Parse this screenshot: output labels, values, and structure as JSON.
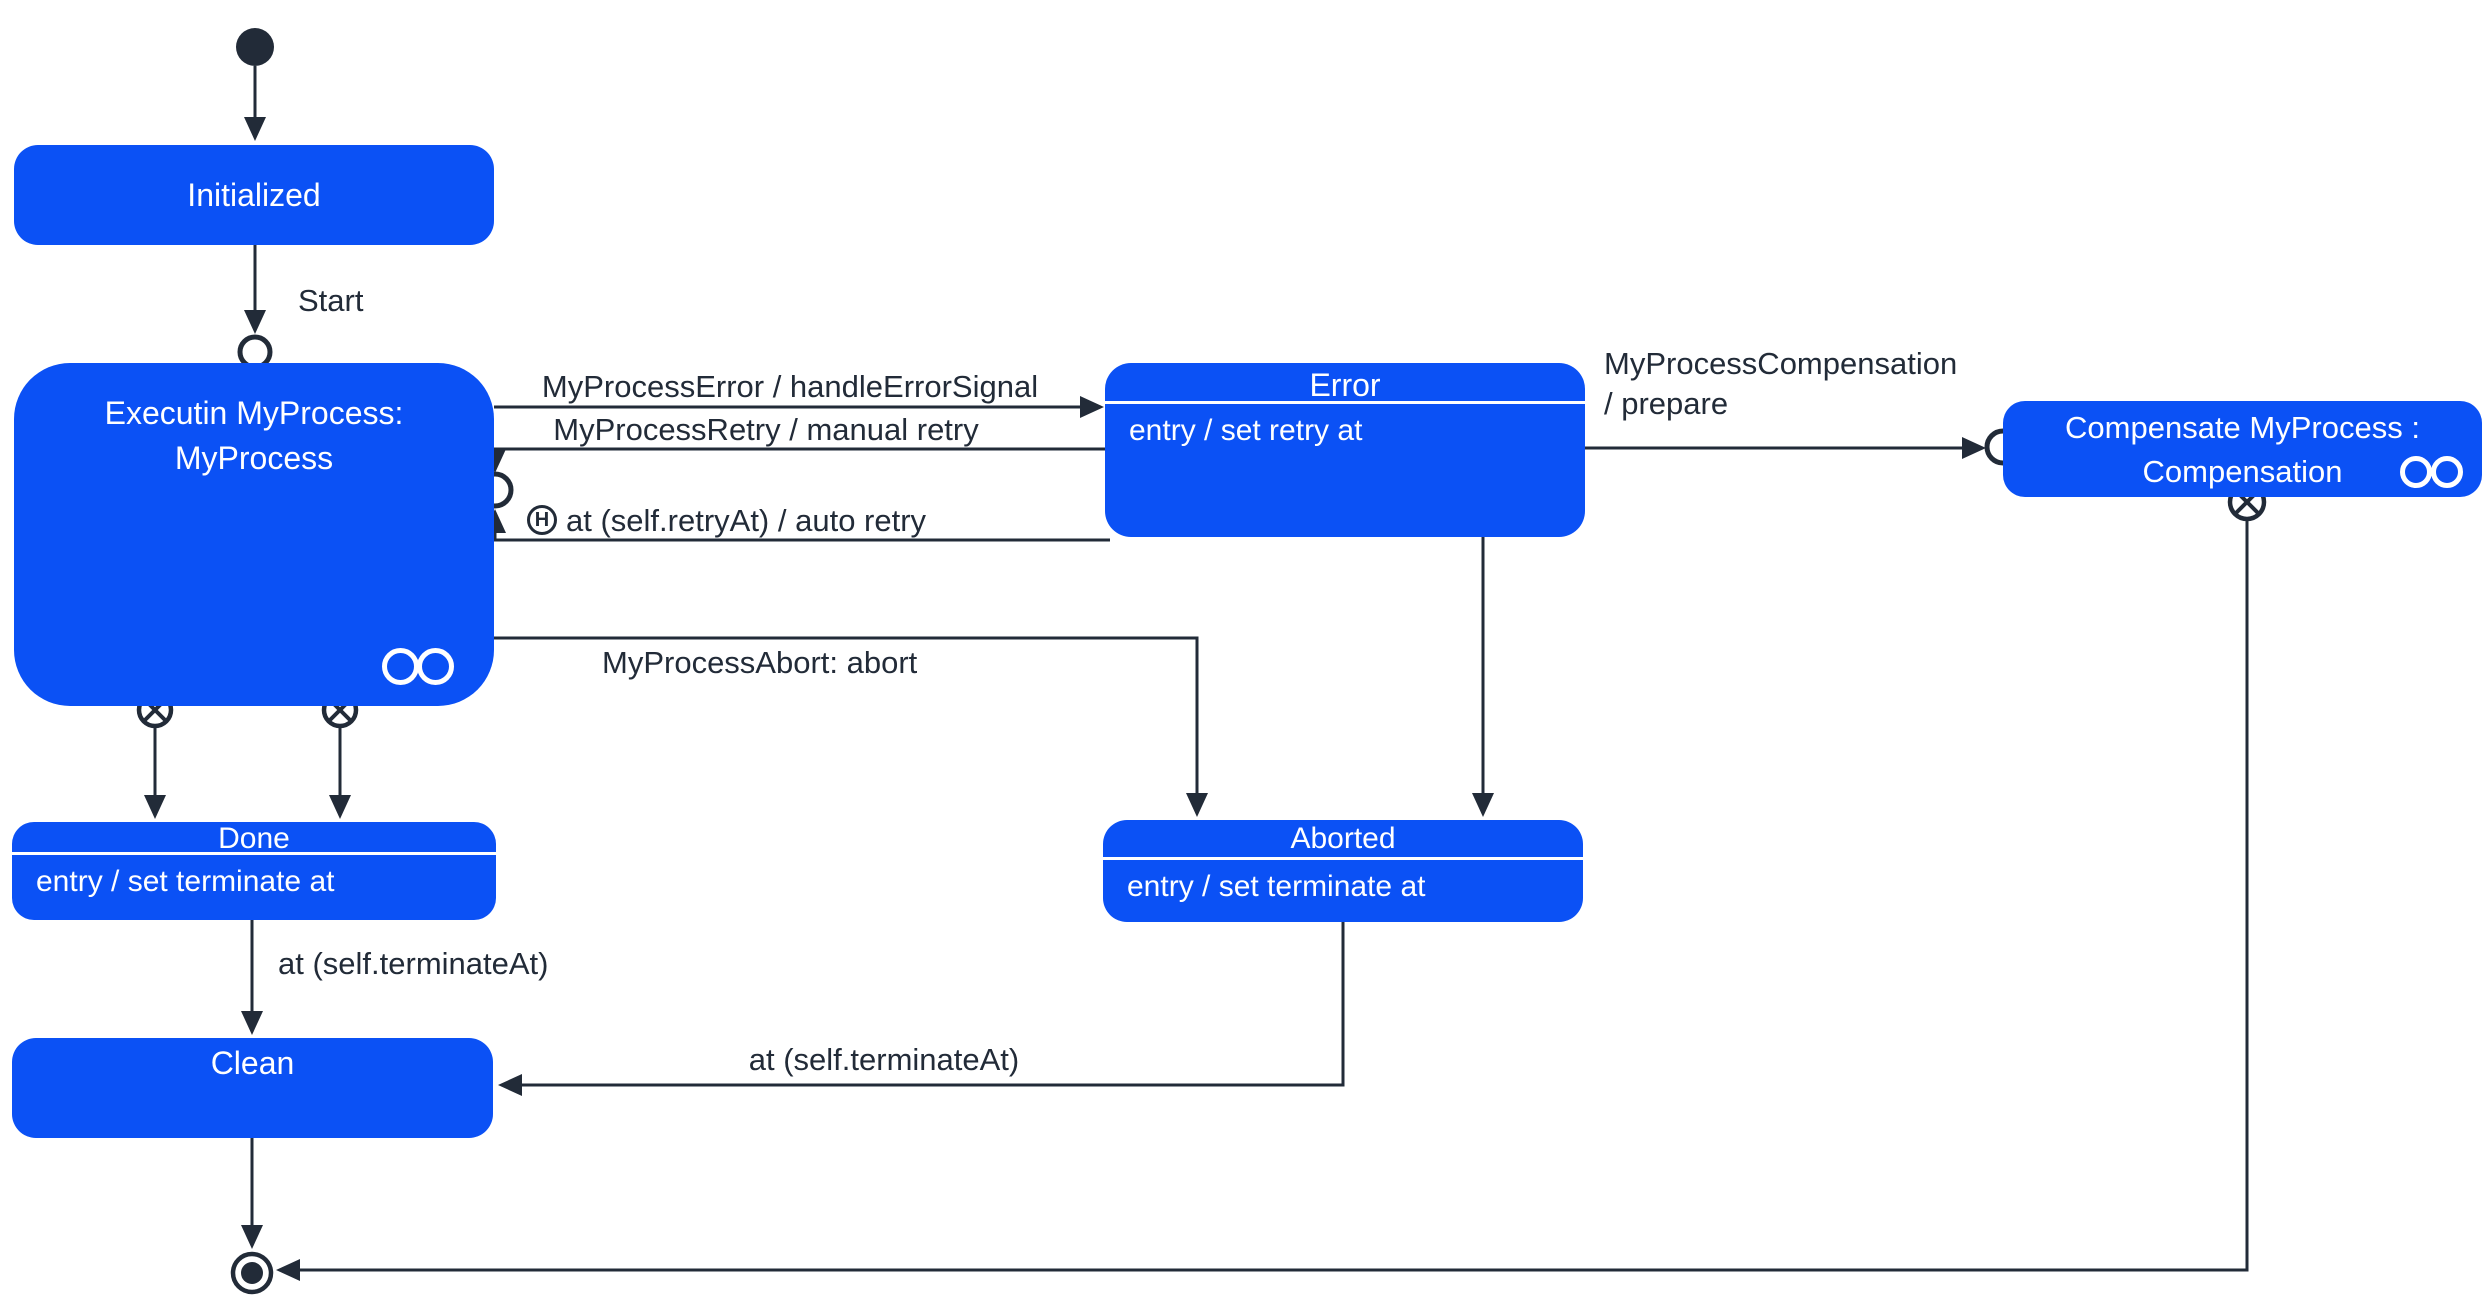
{
  "diagram": {
    "colors": {
      "state_fill": "#0b51f5",
      "state_text": "#ffffff",
      "wire": "#222b38",
      "background": "#ffffff"
    },
    "states": {
      "initialized": {
        "name": "Initialized"
      },
      "executing": {
        "name_line1": "Executin MyProcess:",
        "name_line2": "MyProcess"
      },
      "error": {
        "name": "Error",
        "body": "entry / set retry at"
      },
      "compensate": {
        "name_line1": "Compensate MyProcess :",
        "name_line2": "Compensation"
      },
      "done": {
        "name": "Done",
        "body": "entry / set terminate at"
      },
      "aborted": {
        "name": "Aborted",
        "body": "entry / set terminate at"
      },
      "clean": {
        "name": "Clean"
      }
    },
    "transitions": {
      "start": "Start",
      "error_signal": "MyProcessError / handleErrorSignal",
      "manual_retry": "MyProcessRetry / manual retry",
      "auto_retry": "at (self.retryAt) / auto retry",
      "abort": "MyProcessAbort: abort",
      "compensation_l1": "MyProcessCompensation",
      "compensation_l2": "/ prepare",
      "terminate_done": "at (self.terminateAt)",
      "terminate_aborted": "at (self.terminateAt)"
    },
    "icons": {
      "history": "H"
    }
  }
}
